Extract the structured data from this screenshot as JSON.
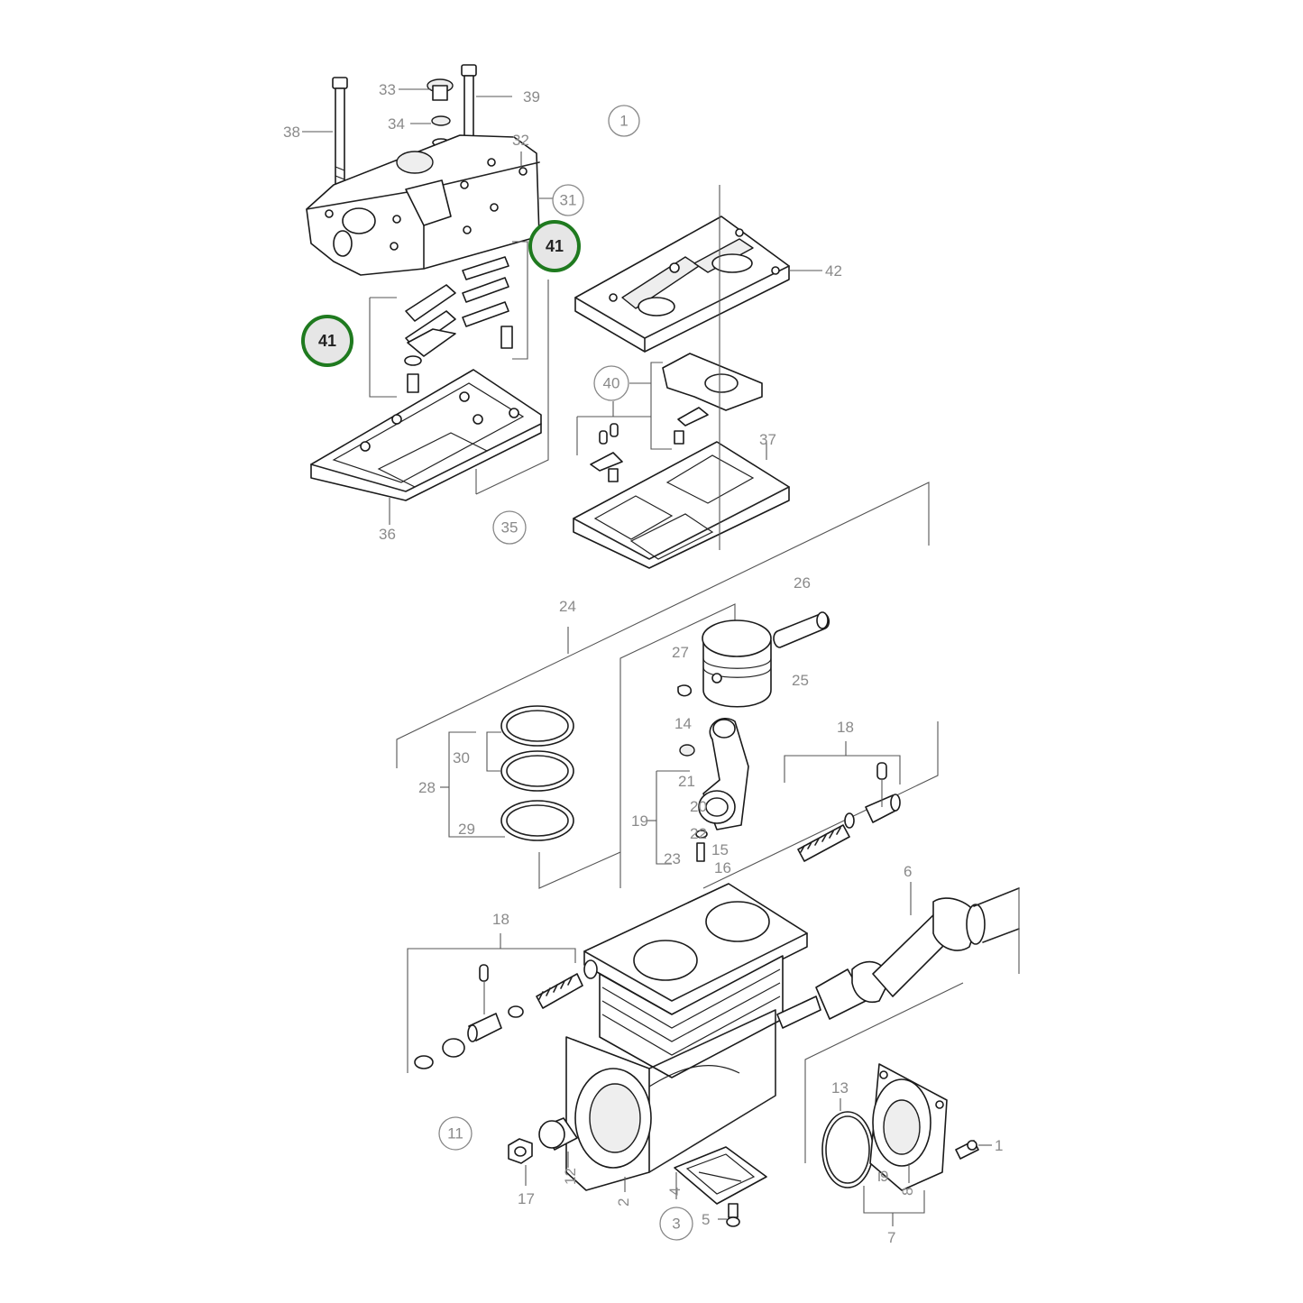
{
  "labels": {
    "l1": "1",
    "l2": "2",
    "l3": "3",
    "l4": "4",
    "l5": "5",
    "l6": "6",
    "l7": "7",
    "l8": "8",
    "l9": "9",
    "l11": "11",
    "l12": "12",
    "l13": "13",
    "l14": "14",
    "l15": "15",
    "l16": "16",
    "l17": "17",
    "l18a": "18",
    "l18b": "18",
    "l19": "19",
    "l20": "20",
    "l21": "21",
    "l22": "22",
    "l23": "23",
    "l24": "24",
    "l25": "25",
    "l26": "26",
    "l27": "27",
    "l28": "28",
    "l29": "29",
    "l30": "30",
    "l31": "31",
    "l32": "32",
    "l33": "33",
    "l34": "34",
    "l35": "35",
    "l36": "36",
    "l37": "37",
    "l38": "38",
    "l39": "39",
    "l40": "40",
    "l41a": "41",
    "l41b": "41",
    "l42": "42",
    "l10": "1"
  },
  "colors": {
    "highlight_ring": "#1f7a1f",
    "line": "#222222",
    "label": "#8a8a8a"
  }
}
